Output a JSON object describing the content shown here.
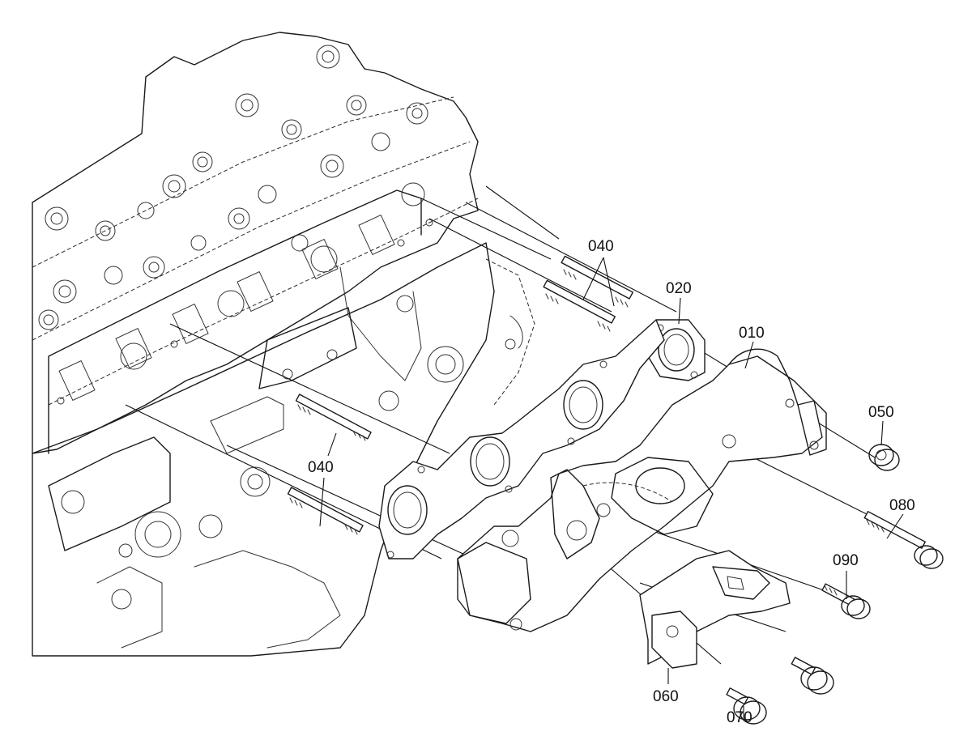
{
  "callouts": [
    {
      "id": "040",
      "label": "040"
    },
    {
      "id": "020",
      "label": "020"
    },
    {
      "id": "010",
      "label": "010"
    },
    {
      "id": "050",
      "label": "050"
    },
    {
      "id": "080",
      "label": "080"
    },
    {
      "id": "090",
      "label": "090"
    },
    {
      "id": "060",
      "label": "060"
    },
    {
      "id": "070",
      "label": "070"
    }
  ]
}
